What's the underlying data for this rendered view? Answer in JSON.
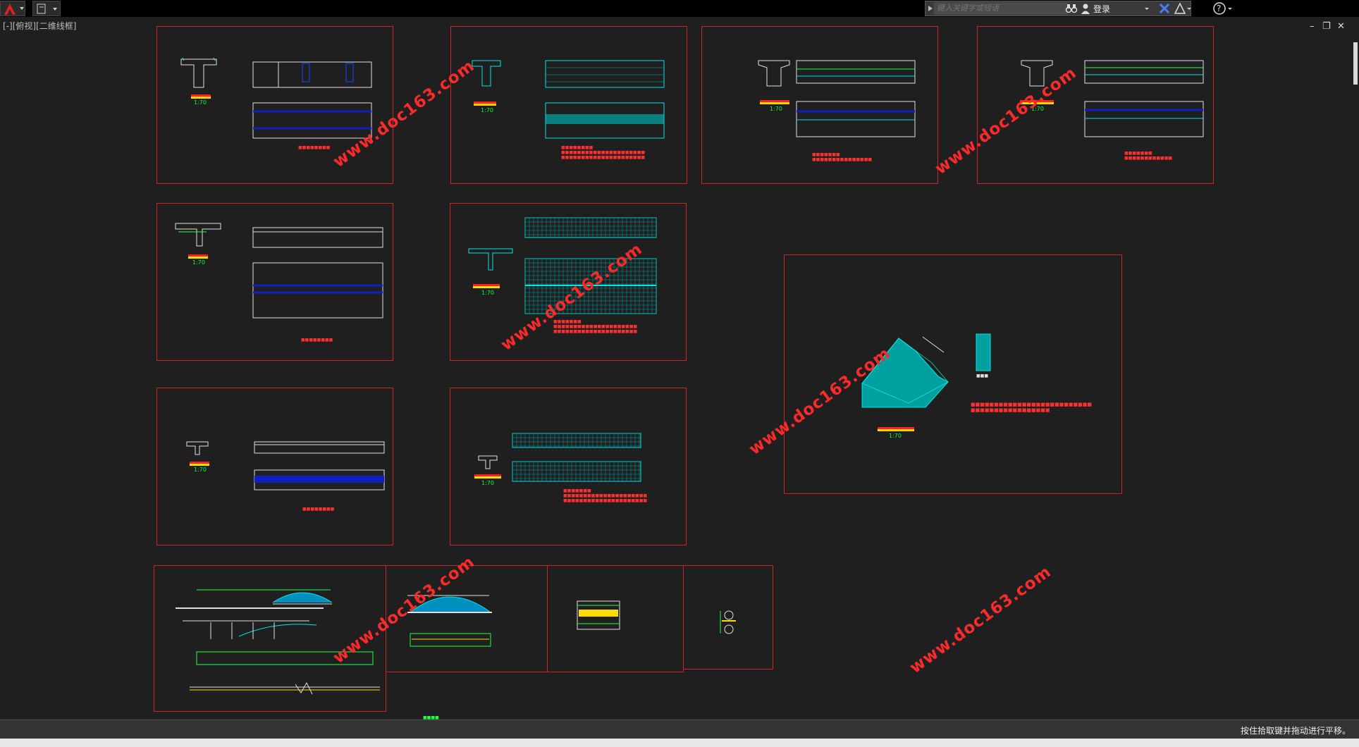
{
  "app": {
    "search_placeholder": "键入关键字或短语",
    "login_label": "登录",
    "view_label": "[-][俯视][二维线框]",
    "status_text": "按住拾取键并拖动进行平移。"
  },
  "icons": {
    "app_menu": "autocad-logo-icon",
    "quick_access": "document-icon",
    "search_arrow": "triangle-right-icon",
    "binoculars": "binoculars-icon",
    "user": "user-icon",
    "exchange": "x-exchange-icon",
    "a360": "a360-icon",
    "help": "help-icon",
    "minimize": "minimize-icon",
    "restore": "restore-icon",
    "close": "close-icon"
  },
  "window_controls": {
    "minimize": "–",
    "restore": "❐",
    "close": "✕"
  },
  "drawing": {
    "scales": [
      "1:70",
      "1:70",
      "1:70",
      "1:70",
      "1:70",
      "1:70",
      "1:70",
      "1:70",
      "1:70"
    ],
    "watermark": "www.doc163.com",
    "colors": {
      "frame": "#d0202a",
      "cyan": "#00e5e5",
      "blue": "#1020c0",
      "green": "#20ff40",
      "red": "#ff2020",
      "yellow": "#ffdd00",
      "white": "#e0e0e0"
    }
  }
}
